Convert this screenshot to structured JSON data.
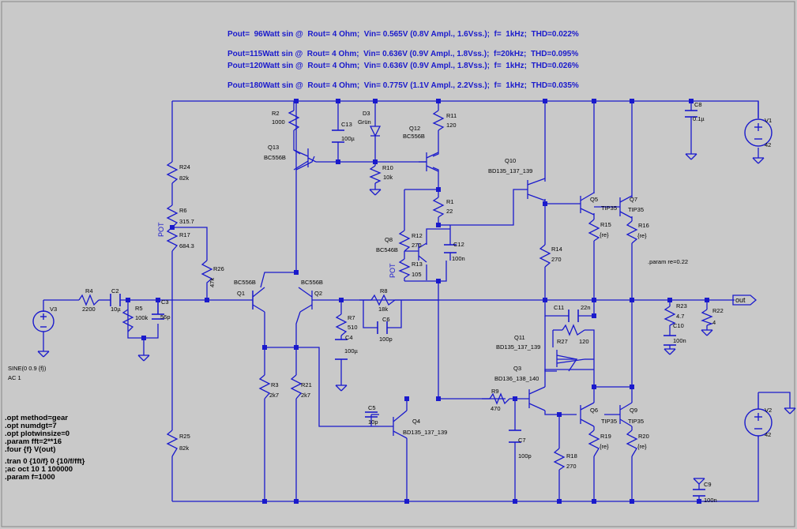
{
  "header_notes": [
    "Pout=  96Watt sin @  Rout= 4 Ohm;  Vin= 0.565V (0.8V Ampl., 1.6Vss.);  f=  1kHz;  THD=0.022%",
    "Pout=115Watt sin @  Rout= 4 Ohm;  Vin= 0.636V (0.9V Ampl., 1.8Vss.);  f=20kHz;  THD=0.095%",
    "Pout=120Watt sin @  Rout= 4 Ohm;  Vin= 0.636V (0.9V Ampl., 1.8Vss.);  f=  1kHz;  THD=0.026%",
    "Pout=180Watt sin @  Rout= 4 Ohm;  Vin= 0.775V (1.1V Ampl., 2.2Vss.);  f=  1kHz;  THD=0.035%"
  ],
  "spice_directives": [
    ".opt method=gear",
    ".opt numdgt=7",
    ".opt plotwinsize=0",
    ".param fft=2**16",
    ".four {f} V(out)",
    ".tran 0 {10/f} 0 {10/f/fft}",
    ";ac oct 10 1 100000",
    ".param f=1000"
  ],
  "source_v3": {
    "name": "V3",
    "spec1": "SINE(0 0.9 {f})",
    "spec2": "AC 1"
  },
  "param_re": ".param re=0.22",
  "out_label": "out",
  "pot_label": "POT",
  "components": {
    "R2": {
      "name": "R2",
      "value": "1000"
    },
    "R24": {
      "name": "R24",
      "value": "82k"
    },
    "R6": {
      "name": "R6",
      "value": "315.7"
    },
    "R17": {
      "name": "R17",
      "value": "684.3"
    },
    "R26": {
      "name": "R26",
      "value": "47k"
    },
    "R4": {
      "name": "R4",
      "value": "2200"
    },
    "C2": {
      "name": "C2",
      "value": "10µ"
    },
    "R5": {
      "name": "R5",
      "value": "100k"
    },
    "C3": {
      "name": "C3",
      "value": "56p"
    },
    "R3": {
      "name": "R3",
      "value": "2k7"
    },
    "R21": {
      "name": "R21",
      "value": "2k7"
    },
    "R25": {
      "name": "R25",
      "value": "82k"
    },
    "Q13": {
      "name": "Q13",
      "value": "BC556B"
    },
    "Q1": {
      "name": "Q1",
      "value": "BC556B"
    },
    "Q2": {
      "name": "Q2",
      "value": "BC556B"
    },
    "C13": {
      "name": "C13",
      "value": "100µ"
    },
    "D3": {
      "name": "D3",
      "value": "Grün"
    },
    "R10": {
      "name": "R10",
      "value": "10k"
    },
    "R11": {
      "name": "R11",
      "value": "120"
    },
    "Q12": {
      "name": "Q12",
      "value": "BC556B"
    },
    "R1": {
      "name": "R1",
      "value": "22"
    },
    "R12": {
      "name": "R12",
      "value": "270"
    },
    "Q8": {
      "name": "Q8",
      "value": "BC546B"
    },
    "R13": {
      "name": "R13",
      "value": "105"
    },
    "C12": {
      "name": "C12",
      "value": "100n"
    },
    "R7": {
      "name": "R7",
      "value": "510"
    },
    "C4": {
      "name": "C4",
      "value": "100µ"
    },
    "R8": {
      "name": "R8",
      "value": "18k"
    },
    "C6": {
      "name": "C6",
      "value": "100p"
    },
    "C5": {
      "name": "C5",
      "value": "10p"
    },
    "Q4": {
      "name": "Q4",
      "value": "BD135_137_139"
    },
    "Q10": {
      "name": "Q10",
      "value": "BD135_137_139"
    },
    "R14": {
      "name": "R14",
      "value": "270"
    },
    "Q5": {
      "name": "Q5",
      "value": "TIP35"
    },
    "R15": {
      "name": "R15",
      "value": "{re}"
    },
    "Q7": {
      "name": "Q7",
      "value": "TIP35"
    },
    "R16": {
      "name": "R16",
      "value": "{re}"
    },
    "C8": {
      "name": "C8",
      "value": "0.1µ"
    },
    "V1": {
      "name": "V1",
      "value": "42"
    },
    "C11": {
      "name": "C11",
      "value": "22n"
    },
    "Q11": {
      "name": "Q11",
      "value": "BD135_137_139"
    },
    "R27": {
      "name": "R27",
      "value": "120"
    },
    "Q3": {
      "name": "Q3",
      "value": "BD136_138_140"
    },
    "R9": {
      "name": "R9",
      "value": "470"
    },
    "C7": {
      "name": "C7",
      "value": "100p"
    },
    "R18": {
      "name": "R18",
      "value": "270"
    },
    "Q6": {
      "name": "Q6",
      "value": "TIP35"
    },
    "R19": {
      "name": "R19",
      "value": "{re}"
    },
    "Q9": {
      "name": "Q9",
      "value": "TIP35"
    },
    "R20": {
      "name": "R20",
      "value": "{re}"
    },
    "R23": {
      "name": "R23",
      "value": "4.7"
    },
    "C10": {
      "name": "C10",
      "value": "100n"
    },
    "R22": {
      "name": "R22",
      "value": "4"
    },
    "V2": {
      "name": "V2",
      "value": "42"
    },
    "C9": {
      "name": "C9",
      "value": "100n"
    }
  },
  "colors": {
    "background": "#c9c9c9",
    "wire": "#1a1acc",
    "text": "#000000",
    "header_text": "#1a1acc"
  }
}
